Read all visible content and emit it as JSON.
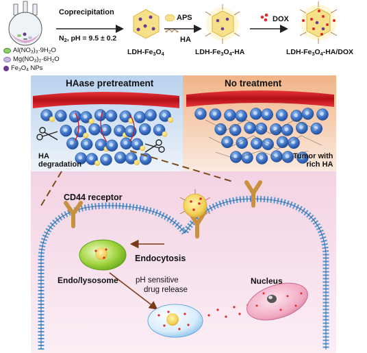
{
  "step1": {
    "title": "Coprecipitation",
    "conditions": "N",
    "conditions_sub": "2",
    "conditions_rest": ", pH = 9.5 ± 0.2"
  },
  "reagents": {
    "aps": "APS",
    "ha": "HA",
    "dox": "DOX"
  },
  "products": {
    "p1": {
      "main": "LDH-Fe",
      "sub": "3",
      "mid": "O",
      "sub2": "4",
      "tail": ""
    },
    "p2": {
      "main": "LDH-Fe",
      "sub": "3",
      "mid": "O",
      "sub2": "4",
      "tail": "-HA"
    },
    "p3": {
      "main": "LDH-Fe",
      "sub": "3",
      "mid": "O",
      "sub2": "4",
      "tail": "-HA/DOX"
    }
  },
  "legend": [
    {
      "a": "Al(NO",
      "s1": "3",
      "b": ")",
      "s2": "3",
      "c": "·9H",
      "s3": "2",
      "d": "O",
      "color": "#8fcf6a"
    },
    {
      "a": "Mg(NO",
      "s1": "3",
      "b": ")",
      "s2": "2",
      "c": "·6H",
      "s3": "2",
      "d": "O",
      "color": "#c9b7e6"
    },
    {
      "a": "Fe",
      "s1": "3",
      "b": "O",
      "s2": "4",
      "c": " NPs",
      "s3": "",
      "d": "",
      "color": "#6a3c8f"
    }
  ],
  "panels": {
    "left": "HAase pretreatment",
    "right": "No treatment"
  },
  "labels": {
    "ha_degradation_1": "HA",
    "ha_degradation_2": "degradation",
    "tumor_1": "Tumor with",
    "tumor_2": "rich HA",
    "cd44": "CD44 receptor",
    "endocytosis": "Endocytosis",
    "endolysosome": "Endo/lysosome",
    "release_1": "pH sensitive",
    "release_2": "drug release",
    "nucleus": "Nucleus"
  },
  "colors": {
    "vessel": "#c8161d",
    "cell_blue": "#3a6fc4",
    "left_bg": "#cfe0f2",
    "right_bg": "#f3c9a8",
    "cell_membrane": "#5a9fd4",
    "cell_bg": "#f6dcec",
    "receptor": "#c8913f",
    "dox": "#e02a2a"
  }
}
